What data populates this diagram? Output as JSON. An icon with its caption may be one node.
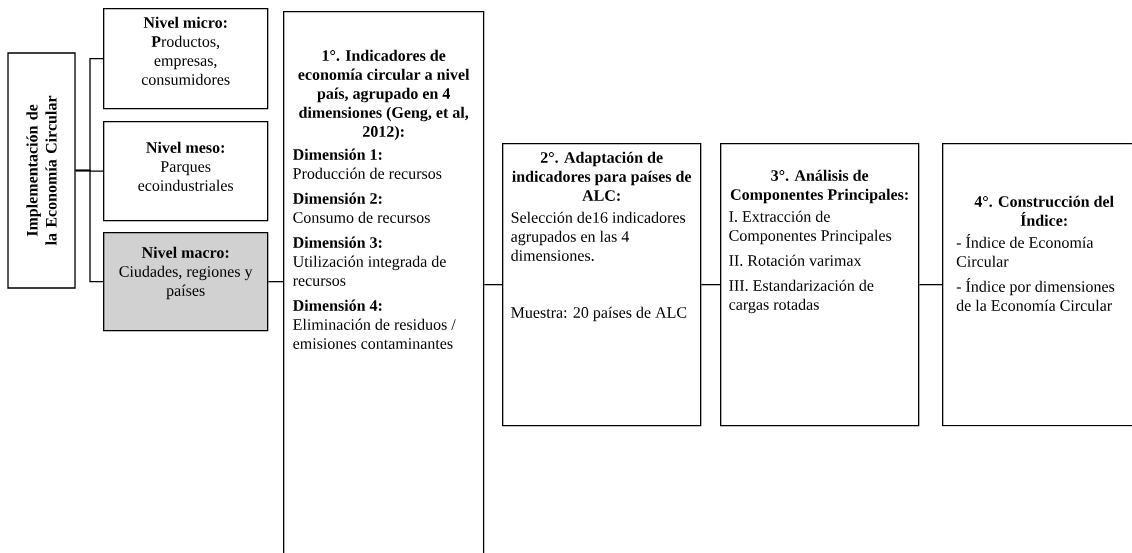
{
  "diagram": {
    "nodes": [
      {
        "text": [
          "Implementación de la Economía Circular"
        ]
      },
      {
        "text": [
          "Nivel micro:",
          "**P**roductos, empresas, consumidores"
        ]
      },
      {
        "text": [
          "Nivel meso:",
          "Parques ecoindustriales"
        ]
      },
      {
        "text": [
          "Nivel macro:",
          "Ciudades, regiones y países"
        ]
      },
      {
        "text": [
          "1°. Indicadores de economía circular a nivel país, agrupado en 4 dimensiones (Geng, et al, 2012):",
          "Dimensión 1:",
          "Producción de recursos",
          "Dimensión 2:",
          "Consumo de recursos",
          "Dimensión 3:",
          "Utilización integrada de recursos",
          "Dimensión 4:",
          "Eliminación de residuos / emisiones contaminantes"
        ]
      },
      {
        "text": [
          "2°. Adaptación de indicadores para países de ALC:",
          "Selección de16 indicadores agrupados en las 4 dimensiones.",
          "Muestra: 20 países de ALC"
        ]
      },
      {
        "text": [
          "3°. Análisis de Componentes Principales:",
          "I. Extracción de Componentes Principales",
          "II. Rotación varimax",
          "III. Estandarización de cargas rotadas"
        ]
      },
      {
        "text": [
          "4°. Construcción del Índice:",
          "- Índice de Economía Circular",
          "- Índice por dimensiones de la Economía Circular"
        ]
      }
    ],
    "edges": [
      {
        "from": 0,
        "to": 1,
        "arrow": "none"
      },
      {
        "from": 0,
        "to": 2,
        "arrow": "none"
      },
      {
        "from": 0,
        "to": 3,
        "arrow": "none"
      },
      {
        "from": 3,
        "to": 4,
        "arrow": "none"
      },
      {
        "from": 4,
        "to": 5,
        "arrow": "none"
      },
      {
        "from": 5,
        "to": 6,
        "arrow": "none"
      },
      {
        "from": 6,
        "to": 7,
        "arrow": "none"
      }
    ]
  }
}
